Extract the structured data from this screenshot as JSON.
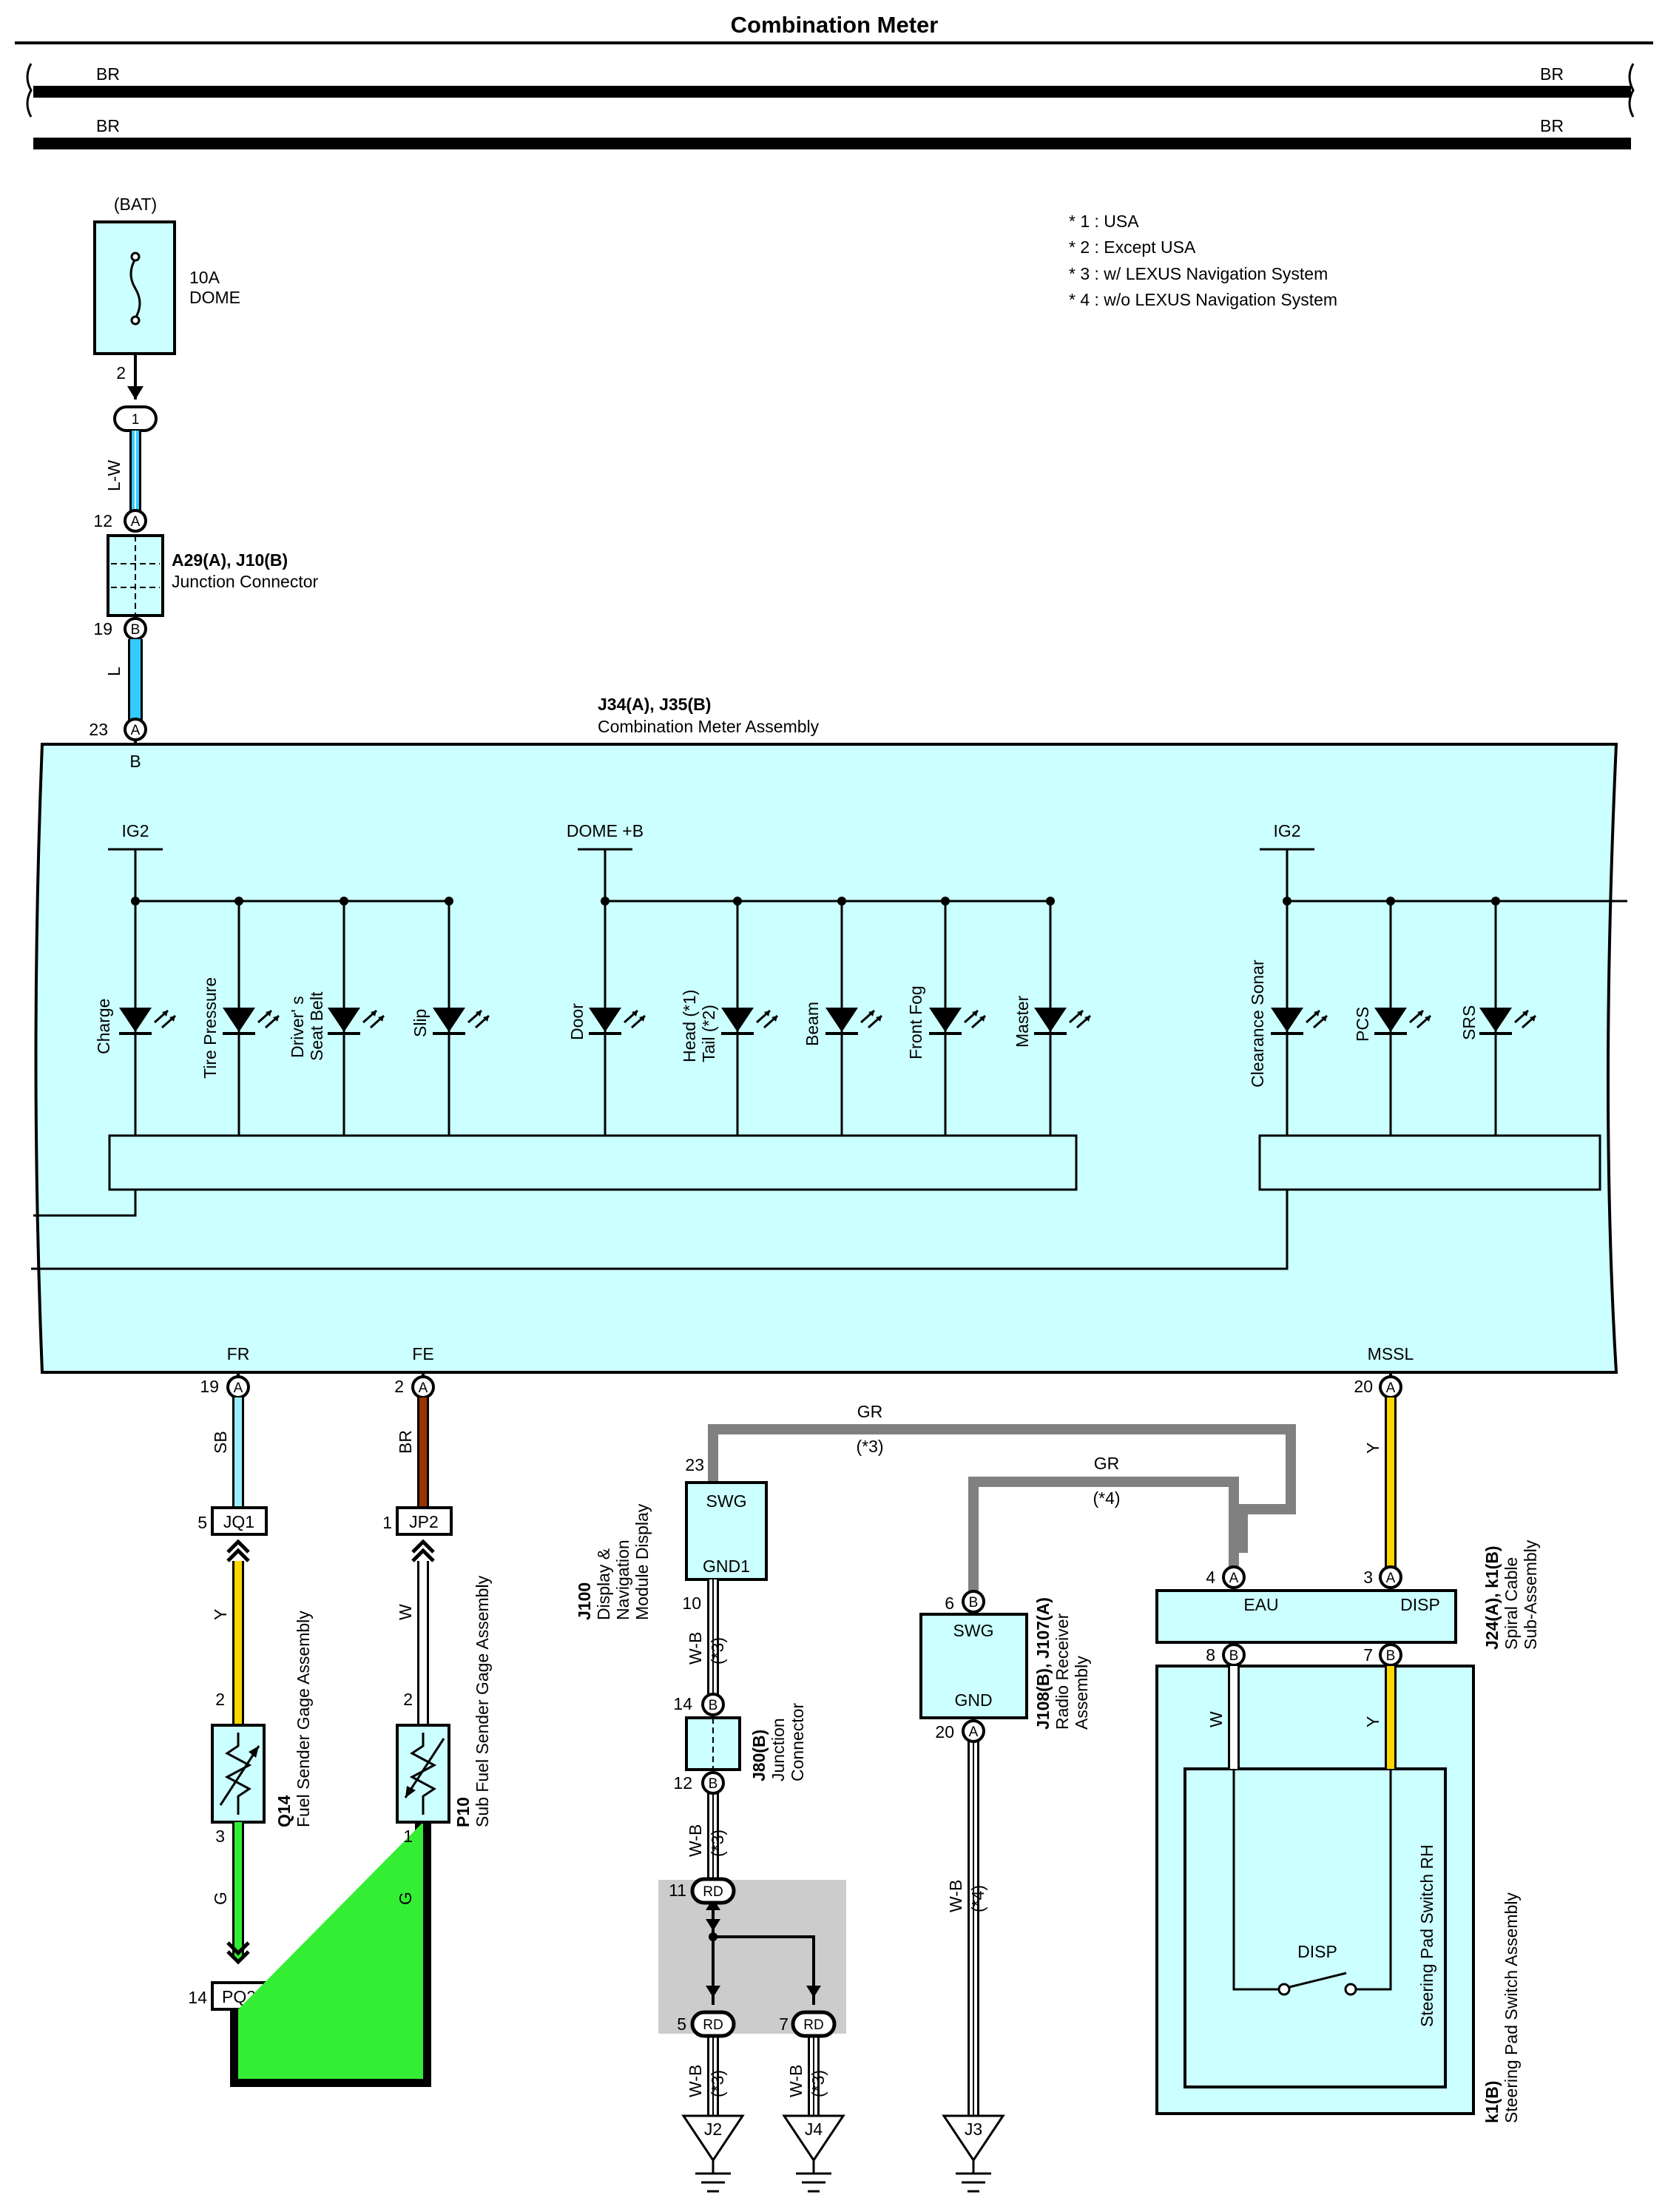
{
  "title": "Combination Meter",
  "colors": {
    "BR": "#993300",
    "L": "#33ccff",
    "SB": "#99eeff",
    "Y": "#ffd700",
    "G": "#33ee33",
    "W": "#ffffff",
    "GR": "#808080",
    "WB": "#ffffff",
    "component_fill": "#ccffff",
    "shade": "#cccccc"
  },
  "bus_lines": [
    {
      "left": "BR",
      "right": "BR"
    },
    {
      "left": "BR",
      "right": "BR"
    }
  ],
  "notes": [
    "* 1 : USA",
    "* 2 : Except USA",
    "* 3 : w/ LEXUS Navigation System",
    "* 4 : w/o LEXUS Navigation System"
  ],
  "fuse": {
    "supply": "(BAT)",
    "rating": "10A",
    "name": "DOME",
    "pin": "2",
    "splice": "1"
  },
  "wire_labels": {
    "lw": "L-W",
    "l": "L",
    "sb": "SB",
    "br": "BR",
    "y": "Y",
    "w": "W",
    "g": "G",
    "gr": "GR",
    "wb": "W-B"
  },
  "junction_a29": {
    "ref": "A29(A), J10(B)",
    "name": "Junction Connector",
    "pin_top": "12",
    "conn_top": "A",
    "pin_bottom": "19",
    "conn_bottom": "B"
  },
  "meter": {
    "ref": "J34(A), J35(B)",
    "name": "Combination Meter Assembly",
    "pin_b": "23",
    "conn_b": "A",
    "b_label": "B",
    "ig2_left": "IG2",
    "dome_b": "DOME +B",
    "ig2_right": "IG2",
    "lamps_left": [
      "Charge",
      "Tire Pressure",
      "Driver' s",
      "Seat Belt",
      "Slip"
    ],
    "lamps_mid": [
      "Door",
      "Head (*1)",
      "Tail (*2)",
      "Beam",
      "Front Fog",
      "Master"
    ],
    "lamps_right": [
      "Clearance Sonar",
      "PCS",
      "SRS"
    ],
    "fr": "FR",
    "fr_pin": "19",
    "fr_conn": "A",
    "fe": "FE",
    "fe_pin": "2",
    "fe_conn": "A",
    "mssl": "MSSL",
    "mssl_pin": "20",
    "mssl_conn": "A"
  },
  "connectors": {
    "jq1": {
      "name": "JQ1",
      "pin": "5"
    },
    "jp2": {
      "name": "JP2",
      "pin": "1"
    },
    "pq2": {
      "name": "PQ2",
      "pin": "14"
    }
  },
  "q14": {
    "ref": "Q14",
    "name": "Fuel Sender Gage Assembly",
    "pin_top": "2",
    "pin_bottom": "3"
  },
  "p10": {
    "ref": "P10",
    "name": "Sub Fuel Sender Gage Assembly",
    "pin_top": "2",
    "pin_bottom": "1"
  },
  "j100": {
    "ref": "J100",
    "name1": "Display &",
    "name2": "Navigation",
    "name3": "Module Display",
    "swg": "SWG",
    "gnd1": "GND1",
    "pin_swg": "23",
    "pin_gnd": "10"
  },
  "j80": {
    "ref": "J80(B)",
    "name1": "Junction",
    "name2": "Connector",
    "pin_top": "14",
    "conn_top": "B",
    "pin_bottom": "12",
    "conn_bottom": "B"
  },
  "rd": {
    "conn": "RD",
    "pin11": "11",
    "pin5": "5",
    "pin7": "7"
  },
  "j108": {
    "ref": "J108(B), J107(A)",
    "name1": "Radio Receiver",
    "name2": "Assembly",
    "swg": "SWG",
    "gnd": "GND",
    "pin_swg": "6",
    "conn_swg": "B",
    "pin_gnd": "20",
    "conn_gnd": "A"
  },
  "j24": {
    "ref": "J24(A), k1(B)",
    "name1": "Spiral Cable",
    "name2": "Sub-Assembly",
    "eau": "EAU",
    "disp": "DISP",
    "pin4": "4",
    "conn4": "A",
    "pin3": "3",
    "conn3": "A",
    "pin8": "8",
    "conn8": "B",
    "pin7": "7",
    "conn7": "B"
  },
  "k1": {
    "ref": "k1(B)",
    "name": "Steering Pad Switch Assembly",
    "inner": "Steering Pad Switch RH",
    "switch": "DISP"
  },
  "grounds": [
    "J2",
    "J4",
    "J3"
  ],
  "notes_ref": {
    "n3": "(*3)",
    "n4": "(*4)"
  }
}
